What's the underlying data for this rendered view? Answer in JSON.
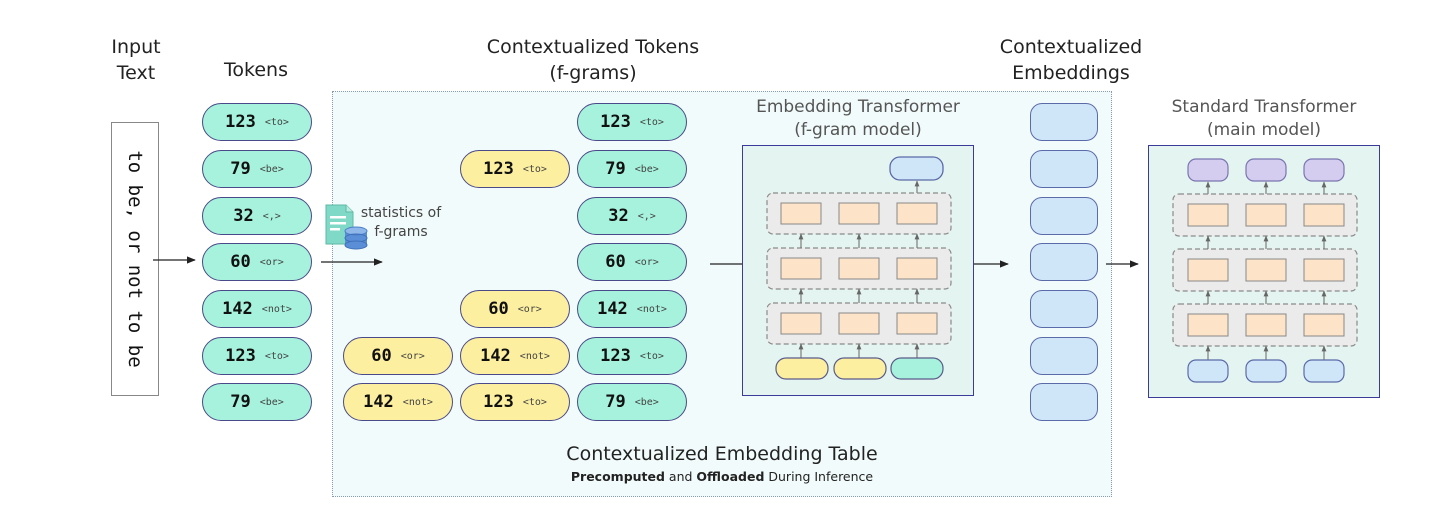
{
  "headers": {
    "input_text": "Input\nText",
    "tokens": "Tokens",
    "contextualized_tokens": "Contextualized Tokens\n(f-grams)",
    "contextualized_embeddings": "Contextualized\nEmbeddings",
    "embedding_transformer": "Embedding Transformer\n(f-gram model)",
    "standard_transformer": "Standard Transformer\n(main model)"
  },
  "input_text": "to be, or not to be",
  "tokens": [
    {
      "id": "123",
      "tag": "<to>"
    },
    {
      "id": "79",
      "tag": "<be>"
    },
    {
      "id": "32",
      "tag": "<,>"
    },
    {
      "id": "60",
      "tag": "<or>"
    },
    {
      "id": "142",
      "tag": "<not>"
    },
    {
      "id": "123",
      "tag": "<to>"
    },
    {
      "id": "79",
      "tag": "<be>"
    }
  ],
  "fgram_rows": [
    [
      {
        "id": "123",
        "tag": "<to>"
      }
    ],
    [
      {
        "id": "123",
        "tag": "<to>"
      },
      {
        "id": "79",
        "tag": "<be>"
      }
    ],
    [
      {
        "id": "32",
        "tag": "<,>"
      }
    ],
    [
      {
        "id": "60",
        "tag": "<or>"
      }
    ],
    [
      {
        "id": "60",
        "tag": "<or>"
      },
      {
        "id": "142",
        "tag": "<not>"
      }
    ],
    [
      {
        "id": "60",
        "tag": "<or>"
      },
      {
        "id": "142",
        "tag": "<not>"
      },
      {
        "id": "123",
        "tag": "<to>"
      }
    ],
    [
      {
        "id": "142",
        "tag": "<not>"
      },
      {
        "id": "123",
        "tag": "<to>"
      },
      {
        "id": "79",
        "tag": "<be>"
      }
    ]
  ],
  "statistics_label": "statistics of\nf-grams",
  "table": {
    "title": "Contextualized Embedding Table",
    "subtitle_bold_1": "Precomputed",
    "subtitle_and": " and ",
    "subtitle_bold_2": "Offloaded",
    "subtitle_rest": " During Inference"
  },
  "colors": {
    "teal": "#a6f2dc",
    "yellow": "#fcef9f",
    "embedding_blue": "#cfe6f9",
    "lavender": "#d4cdf0",
    "block_peach": "#fde3c8",
    "panel_border": "#3b3b9a"
  },
  "icons": {
    "statistics": "document-database-icon"
  }
}
